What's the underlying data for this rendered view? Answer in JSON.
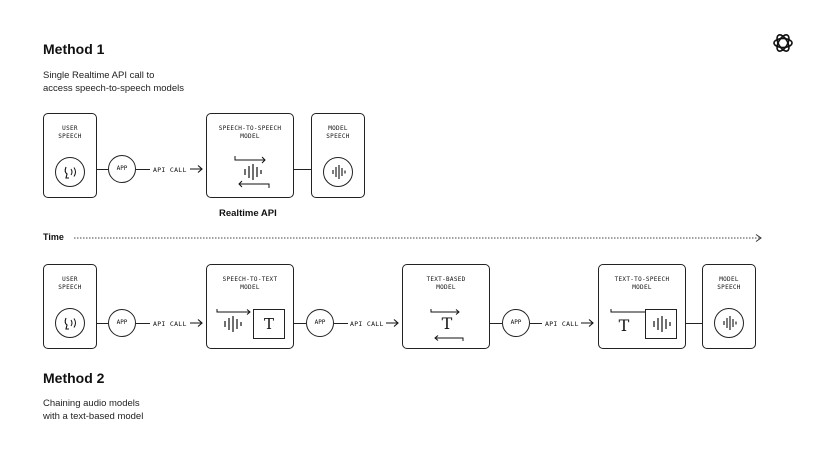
{
  "method1": {
    "title": "Method 1",
    "description": "Single Realtime API call to\naccess speech-to-speech models",
    "user_speech": "USER\nSPEECH",
    "app": "APP",
    "api_call": "API CALL",
    "model": "SPEECH-TO-SPEECH\nMODEL",
    "model_speech": "MODEL\nSPEECH",
    "realtime_label": "Realtime API"
  },
  "timeline": {
    "label": "Time"
  },
  "method2": {
    "title": "Method 2",
    "description": "Chaining audio models\nwith a text-based model",
    "user_speech": "USER\nSPEECH",
    "app": "APP",
    "api_call": "API CALL",
    "stt_model": "SPEECH-TO-TEXT\nMODEL",
    "text_model": "TEXT-BASED\nMODEL",
    "tts_model": "TEXT-TO-SPEECH\nMODEL",
    "model_speech": "MODEL\nSPEECH",
    "text_glyph": "T"
  },
  "icons": [
    "openai-logo-icon",
    "speaking-head-icon",
    "waveform-icon",
    "text-icon",
    "arrow-right-icon"
  ]
}
